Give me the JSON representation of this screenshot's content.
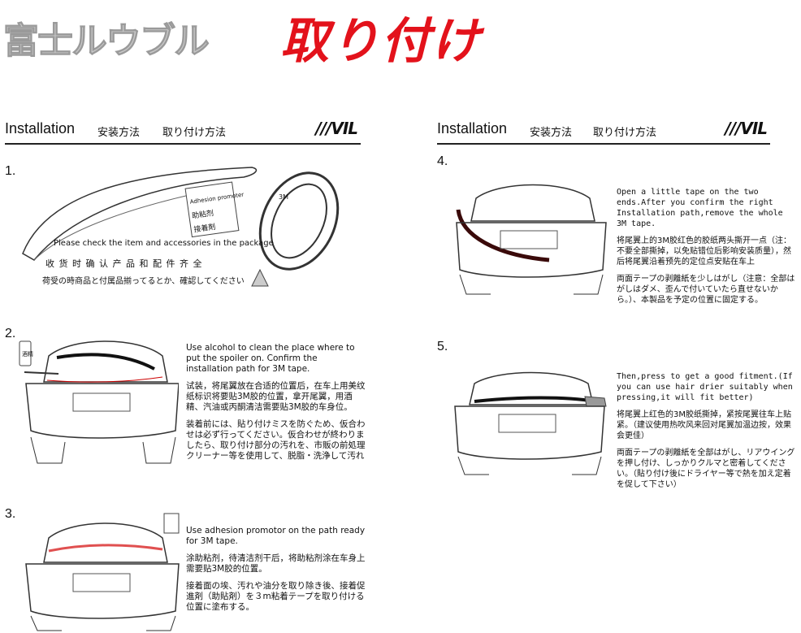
{
  "header": {
    "brand": "富士ルウブル",
    "title": "取り付け"
  },
  "left_section": {
    "heading": "Installation",
    "heading_jp_1": "安装方法",
    "heading_jp_2": "取り付け方法",
    "logo": "///VIL",
    "steps": [
      {
        "number": "1.",
        "label_en": "Please check  the item and accessories in the package",
        "label_cn": "收 货 时 确 认 产 品 和 配 件 齐 全",
        "label_jp": "荷受の時商品と付属品揃ってるとか、確認してください",
        "box_line1": "Adhesion promoter",
        "box_line2": "助粘剂",
        "box_line3": "接着剤",
        "tape_label": "3M"
      },
      {
        "number": "2.",
        "text_en": "Use alcohol to clean the place where to put the spoiler on. Confirm the installation path for 3M tape.",
        "text_cn": "试装，将尾翼放在合适的位置后，在车上用美纹纸标识将要贴3M胶的位置，拿开尾翼，用酒精、汽油或丙酮清洁需要贴3M胶的车身位。",
        "text_jp": "装着前には、貼り付けミスを防ぐため、仮合わせは必ず行ってください。仮合わせが終わりましたら、取り付け部分の汚れを、市販の前処理クリーナー等を使用して、脱脂・洗浄して汚れ",
        "bottle_label": "酒精"
      },
      {
        "number": "3.",
        "text_en": "Use adhesion promotor on the path ready for 3M tape.",
        "text_cn": "涂助粘剂，待清洁剂干后，将助粘剂涂在车身上需要贴3M胶的位置。",
        "text_jp": "接着面の埃、汚れや油分を取り除き後、接着促進剤（助貼剤）を３m粘着テープを取り付ける位置に塗布する。"
      }
    ]
  },
  "right_section": {
    "heading": "Installation",
    "heading_jp_1": "安装方法",
    "heading_jp_2": "取り付け方法",
    "logo": "///VIL",
    "steps": [
      {
        "number": "4.",
        "text_en": "Open a little tape on the two ends.After you confirm the right Installation path,remove the whole 3M tape.",
        "text_cn": "将尾翼上的3M胶红色的胶纸两头撕开一点（注：不要全部撕掉，以免贴错位后影响安装质量），然后将尾翼沿着预先的定位点安贴在车上",
        "text_jp": "両面テープの剥離紙を少しはがし（注意：全部はがしはダメ、歪んで付いていたら直せないから。）、本製品を予定の位置に固定する。"
      },
      {
        "number": "5.",
        "text_en": "Then,press to get a good fitment.(If you can use hair drier suitably when pressing,it will fit better)",
        "text_cn": "将尾翼上红色的3M胶纸撕掉，紧按尾翼往车上贴紧。（建议使用热吹风来回对尾翼加温边按，效果会更佳）",
        "text_jp": "両面テープの剥離紙を全部はがし、リアウイングを押し付け、しっかりクルマと密着してください。（貼り付け後にドライヤー等で熱を加え定着を促して下さい）"
      }
    ]
  },
  "colors": {
    "accent_red": "#e3121b",
    "brand_gray": "#c8c8c8"
  }
}
